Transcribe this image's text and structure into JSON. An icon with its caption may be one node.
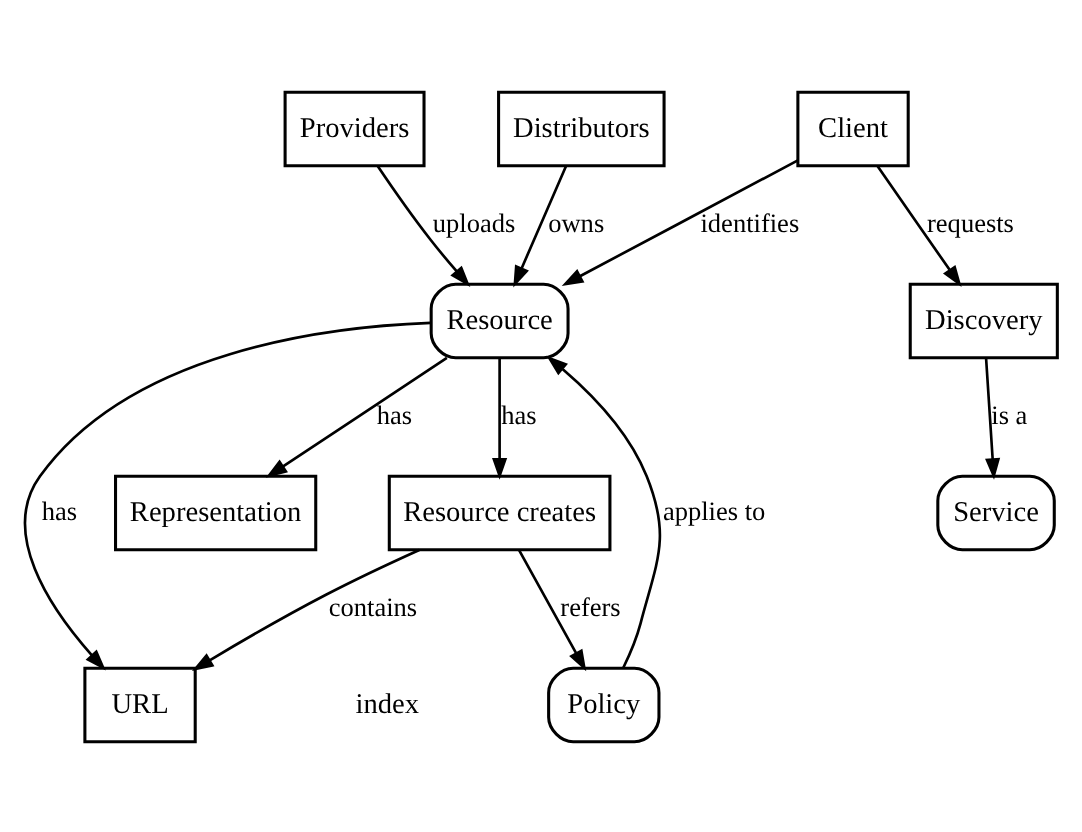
{
  "diagram": {
    "nodes": [
      {
        "text": [
          "Providers"
        ]
      },
      {
        "text": [
          "Distributors"
        ]
      },
      {
        "text": [
          "Policy"
        ]
      },
      {
        "text": [
          "Resource"
        ]
      },
      {
        "text": [
          "URL"
        ]
      },
      {
        "text": [
          "Client"
        ]
      },
      {
        "text": [
          "Representation"
        ]
      },
      {
        "text": [
          "Resource creates"
        ]
      },
      {
        "text": [
          "Discovery"
        ]
      },
      {
        "text": [
          "Service"
        ]
      }
    ],
    "edges": [
      {
        "from": 0,
        "to": 3,
        "arrow": "to",
        "label": "uploads"
      },
      {
        "from": 1,
        "to": 3,
        "arrow": "to",
        "label": "owns"
      },
      {
        "from": 2,
        "to": 3,
        "arrow": "to",
        "label": "applies to"
      },
      {
        "from": 3,
        "to": 4,
        "arrow": "to",
        "label": "has"
      },
      {
        "from": 5,
        "to": 3,
        "arrow": "to",
        "label": "identifies"
      },
      {
        "from": 3,
        "to": 6,
        "arrow": "to",
        "label": "has"
      },
      {
        "from": 3,
        "to": 7,
        "arrow": "to",
        "label": "has"
      },
      {
        "from": 7,
        "to": 4,
        "arrow": "to",
        "label": "contains"
      },
      {
        "from": 7,
        "to": 2,
        "arrow": "to",
        "label": "refers"
      },
      {
        "from": 5,
        "to": 8,
        "arrow": "to",
        "label": "requests"
      },
      {
        "from": 8,
        "to": 9,
        "arrow": "to",
        "label": "is a"
      }
    ],
    "labels": [
      "index"
    ]
  }
}
